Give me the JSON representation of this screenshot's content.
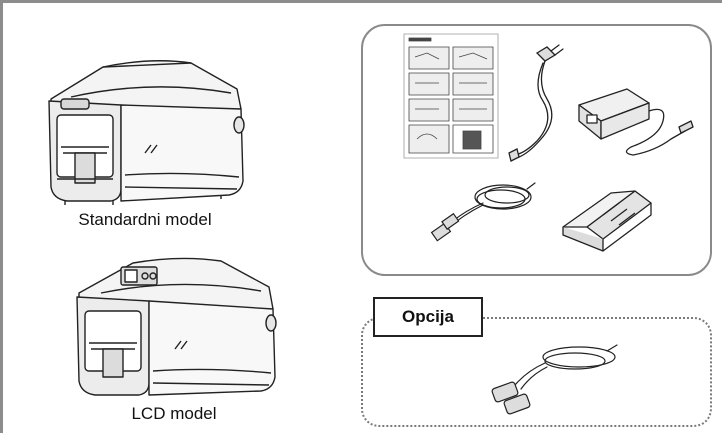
{
  "models": {
    "standard_label": "Standardni model",
    "lcd_label": "LCD model"
  },
  "option": {
    "label": "Opcija"
  },
  "accessories": {
    "items": [
      "quick-guide-icon",
      "power-cord-icon",
      "power-adapter-icon",
      "usb-cable-icon",
      "roll-holder-icon"
    ]
  },
  "option_items": [
    "serial-cable-icon"
  ],
  "colors": {
    "border": "#8c8c8c",
    "box_border": "#8a8a8a",
    "line_art": "#222222"
  }
}
